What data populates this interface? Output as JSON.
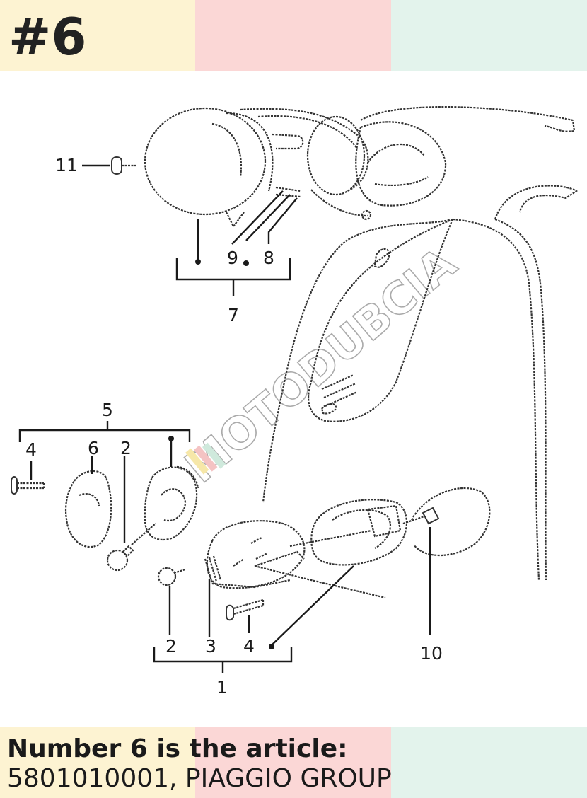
{
  "header": {
    "number_label": "#6",
    "band_colors": [
      "#fdf3d2",
      "#fbd7d6",
      "#e3f3ec"
    ]
  },
  "diagram": {
    "callouts": {
      "c1": "1",
      "c2a": "2",
      "c2b": "2",
      "c3": "3",
      "c4a": "4",
      "c4b": "4",
      "c5": "5",
      "c6": "6",
      "c7": "7",
      "c8": "8",
      "c9": "9",
      "c10": "10",
      "c11": "11"
    },
    "watermark": "MOTODUBCIA"
  },
  "footer": {
    "title": "Number 6 is the article:",
    "subtitle": "5801010001, PIAGGIO GROUP",
    "band_colors": [
      "#fdf3d2",
      "#fbd7d6",
      "#e3f3ec"
    ]
  }
}
